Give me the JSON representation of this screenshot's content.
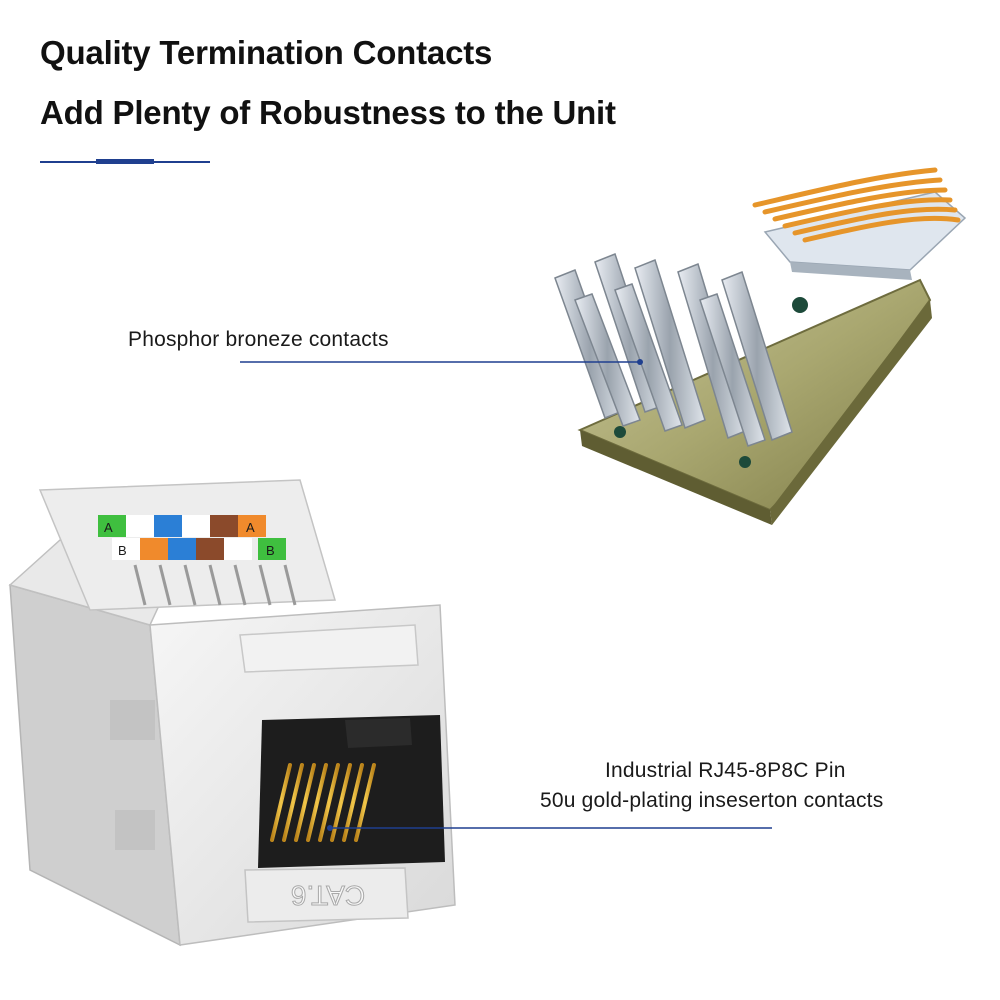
{
  "heading": {
    "line1": "Quality Termination Contacts",
    "line2": "Add Plenty of Robustness to the Unit"
  },
  "callouts": {
    "contacts_label": "Phosphor broneze contacts",
    "rj45_line1": "Industrial RJ45-8P8C Pin",
    "rj45_line2": "50u gold-plating inseserton contacts"
  },
  "jack_print": {
    "embossed_text": "CAT.6",
    "pair_letters": [
      "A",
      "B",
      "A",
      "B"
    ]
  },
  "colors": {
    "accent_blue": "#1f3f8f",
    "wire_green": "#3fbf3f",
    "wire_orange": "#f08a2c",
    "wire_blue": "#2b7fd6",
    "wire_brown": "#8b4a2b",
    "gold": "#e0a92a"
  }
}
